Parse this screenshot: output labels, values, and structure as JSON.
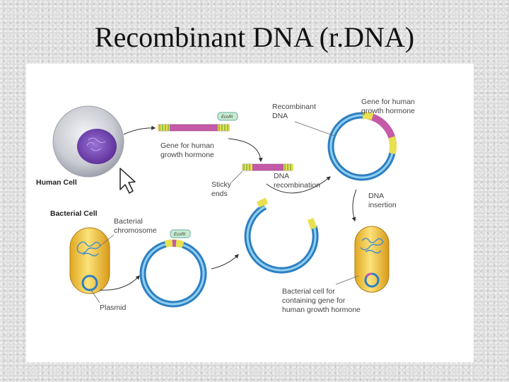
{
  "title": "Recombinant DNA (r.DNA)",
  "labels": {
    "human_cell": "Human Cell",
    "gene_line1": "Gene for human",
    "gene_line2": "growth hormone",
    "sticky_line1": "Sticky",
    "sticky_line2": "ends",
    "dna_recomb_line1": "DNA",
    "dna_recomb_line2": "recombination",
    "recombinant_line1": "Recombinant",
    "recombinant_line2": "DNA",
    "gene_top_line1": "Gene for human",
    "gene_top_line2": "growth hormone",
    "dna_insertion_line1": "DNA",
    "dna_insertion_line2": "insertion",
    "bacterial_cell": "Bacterial Cell",
    "bact_chrom_line1": "Bacterial",
    "bact_chrom_line2": "chromosome",
    "plasmid": "Plasmid",
    "containing_line1": "Bacterial cell for",
    "containing_line2": "containing gene for",
    "containing_line3": "human growth hormone",
    "ecori_1": "EcoRI",
    "ecori_2": "EcoRI"
  },
  "colors": {
    "dna_blue": "#2e7fc0",
    "dna_light": "#7ec3ea",
    "gene_magenta": "#c45aa8",
    "sticky_yellow": "#e8e050",
    "cell_gold": "#f2c23a",
    "nucleus_purple": "#6a3fa8"
  },
  "cursor_icon": "arrow-pointer-icon"
}
